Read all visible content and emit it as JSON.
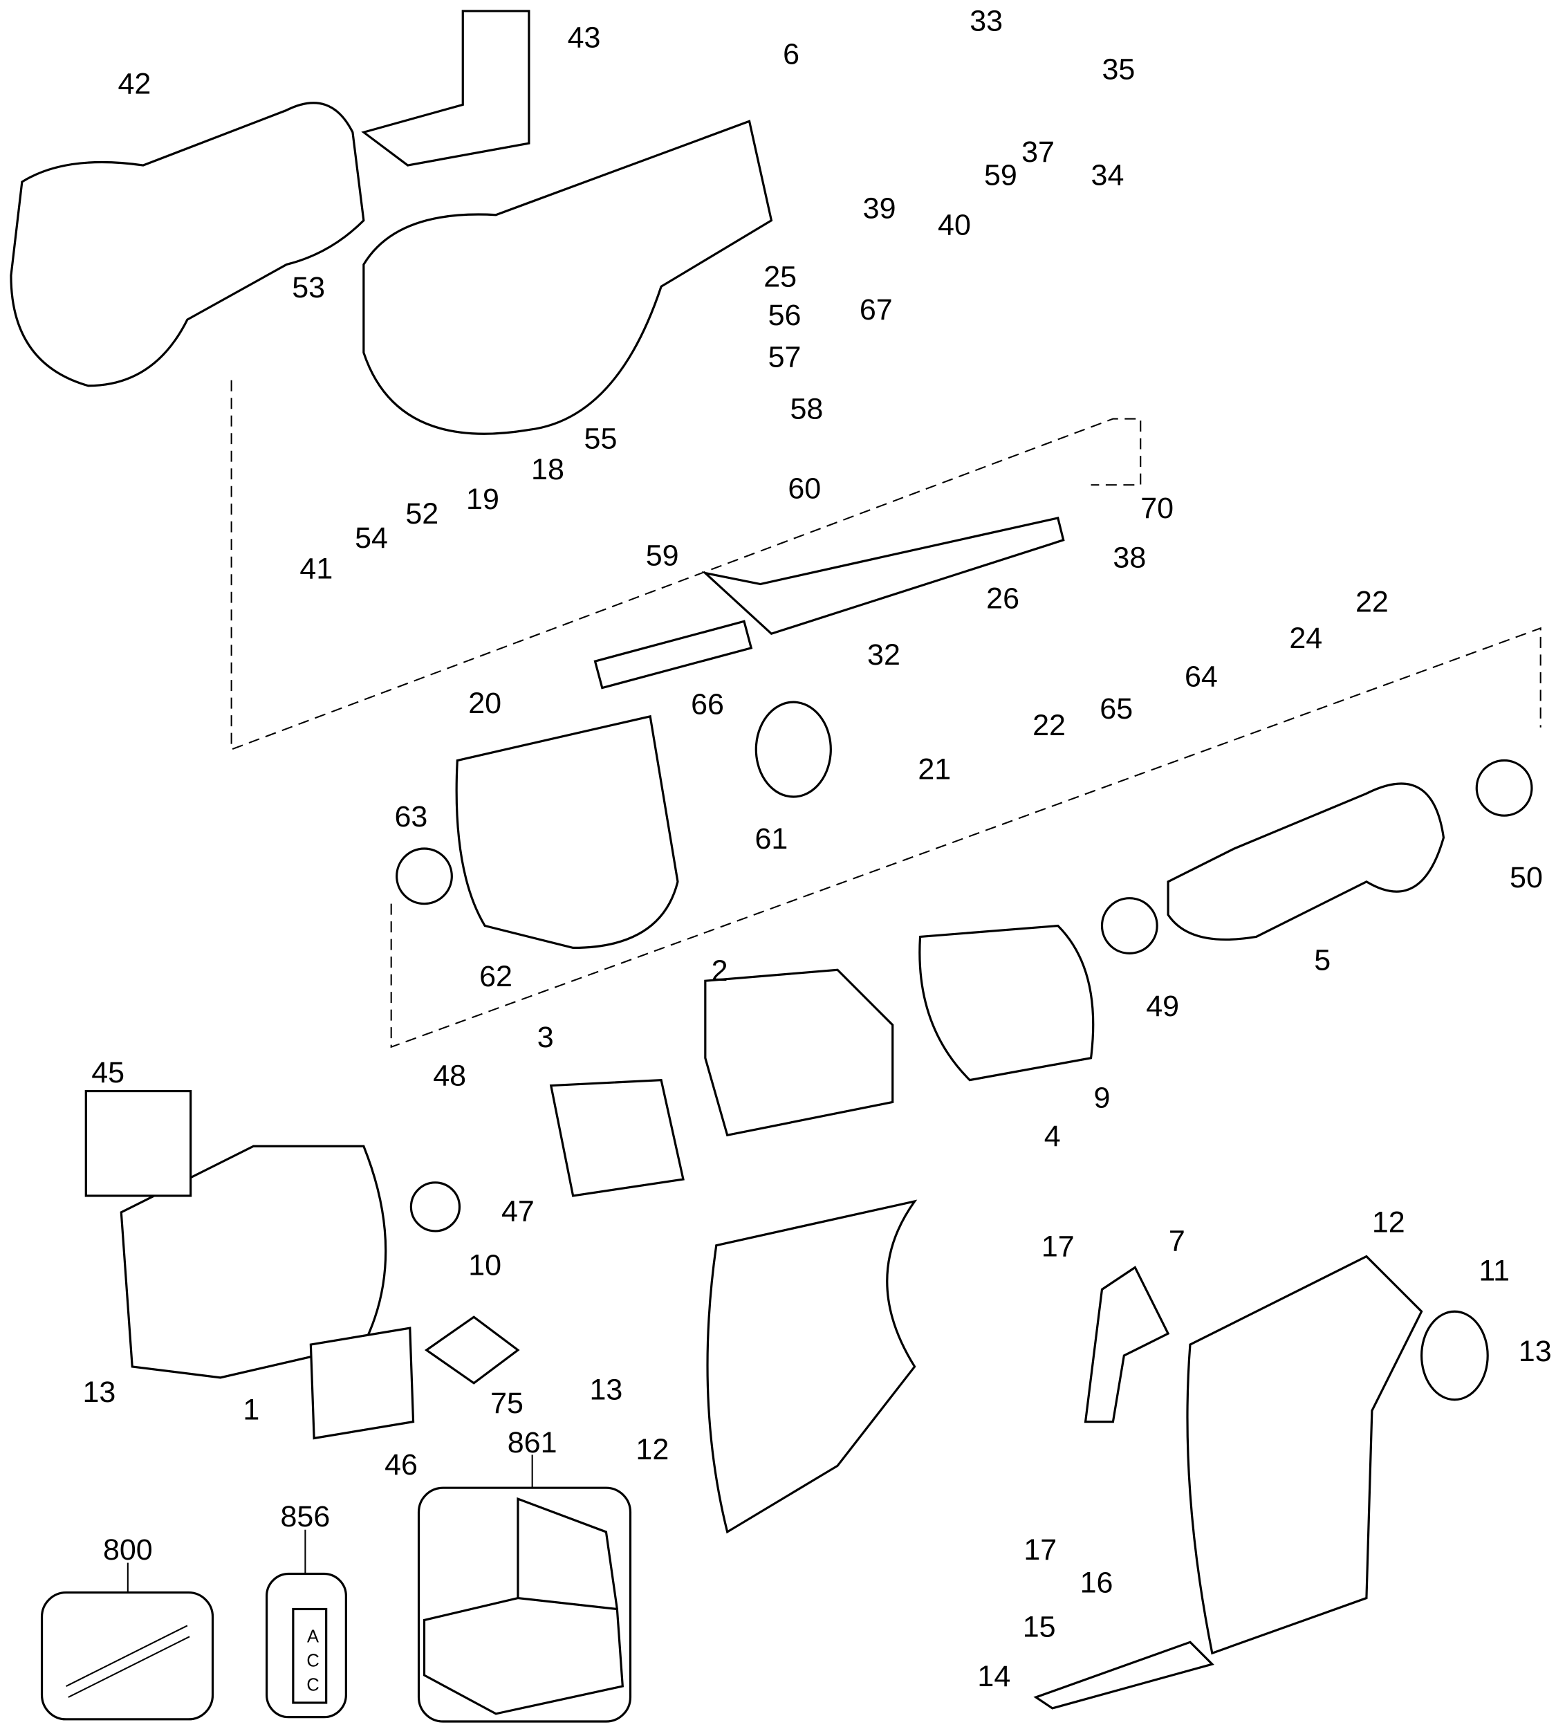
{
  "diagram": {
    "type": "exploded-parts-diagram",
    "callouts": [
      "42",
      "43",
      "6",
      "33",
      "35",
      "37",
      "59",
      "34",
      "40",
      "39",
      "25",
      "67",
      "56",
      "57",
      "53",
      "58",
      "55",
      "18",
      "19",
      "52",
      "54",
      "41",
      "60",
      "59",
      "70",
      "38",
      "26",
      "22",
      "24",
      "32",
      "64",
      "66",
      "22",
      "65",
      "20",
      "21",
      "63",
      "61",
      "50",
      "5",
      "49",
      "62",
      "2",
      "3",
      "9",
      "45",
      "48",
      "4",
      "47",
      "10",
      "12",
      "17",
      "7",
      "11",
      "13",
      "13",
      "13",
      "1",
      "75",
      "12",
      "46",
      "861",
      "856",
      "800",
      "17",
      "16",
      "15",
      "14"
    ],
    "kit_label_text": [
      "A",
      "C",
      "C"
    ]
  }
}
